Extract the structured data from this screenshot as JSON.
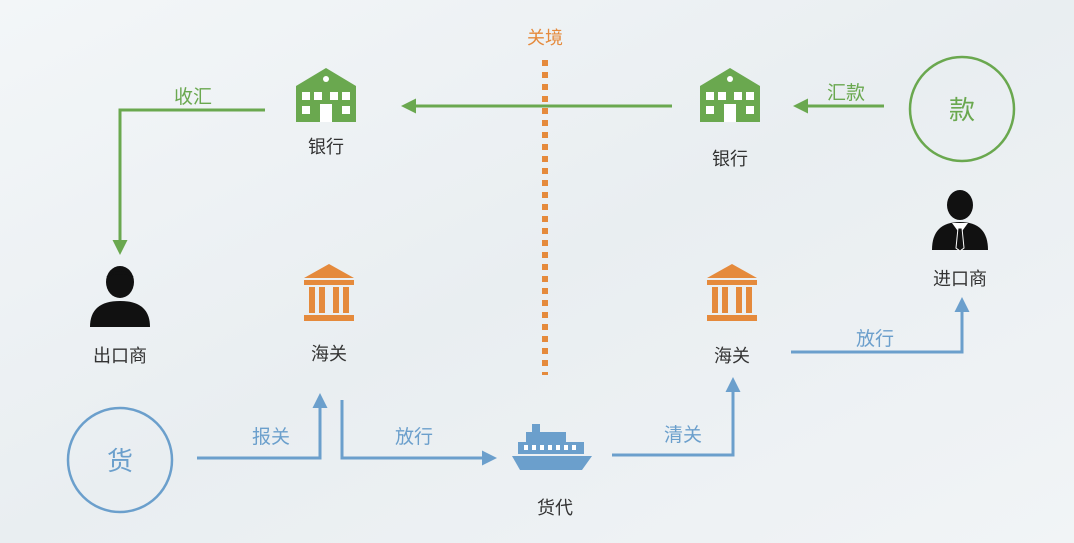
{
  "border_label": "关境",
  "bank_left_label": "银行",
  "bank_right_label": "银行",
  "exporter_label": "出口商",
  "importer_label": "进口商",
  "customs_left_label": "海关",
  "customs_right_label": "海关",
  "forwarder_label": "货代",
  "goods_label": "货",
  "payment_label": "款",
  "edges": {
    "collect": "收汇",
    "remit": "汇款",
    "declare": "报关",
    "release_export": "放行",
    "clear": "清关",
    "release_import": "放行"
  },
  "colors": {
    "money_flow": "#6aa84f",
    "goods_flow": "#6b9fcc",
    "customs": "#e58a3c",
    "border": "#e58a3c",
    "person": "#111111",
    "text": "#333333"
  }
}
